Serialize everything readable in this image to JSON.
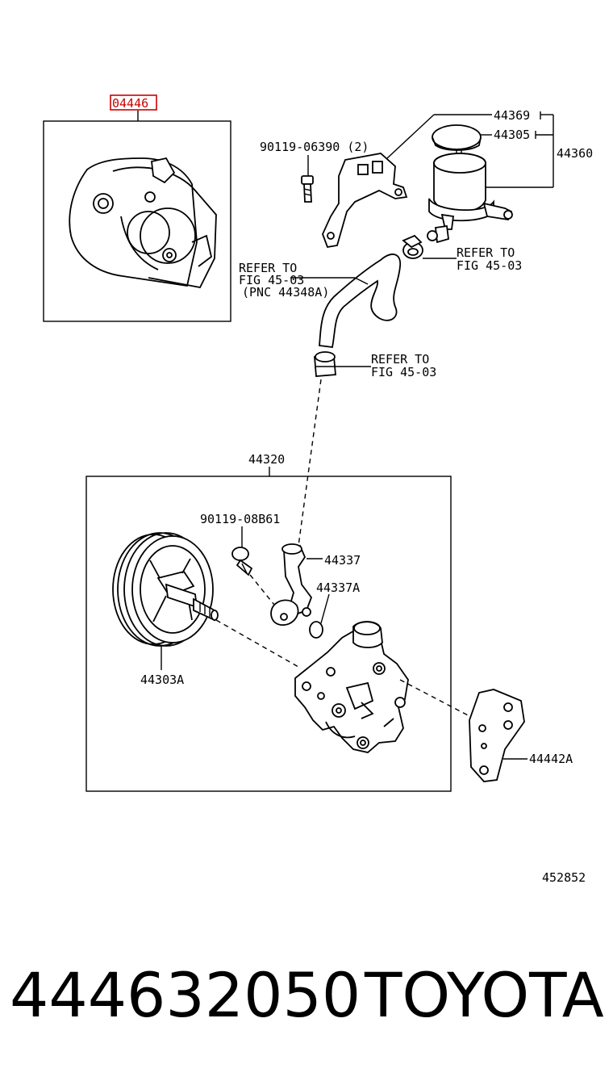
{
  "callouts": {
    "highlighted": "04446",
    "bracket_bolt": "90119-06390 (2)",
    "cap_gasket": "44369",
    "cap": "44305",
    "reservoir": "44360",
    "refer_tank_line1": "REFER TO",
    "refer_tank_line2": "FIG 45-03",
    "refer_hose_line1": "REFER TO",
    "refer_hose_line2": "FIG 45-03",
    "refer_hose_line3": "(PNC 44348A)",
    "refer_union_line1": "REFER TO",
    "refer_union_line2": "FIG 45-03",
    "pump_assy": "44320",
    "union_bolt": "90119-08B61",
    "union": "44337",
    "oring": "44337A",
    "pulley": "44303A",
    "bracket": "44442A",
    "illustration_no": "452852"
  },
  "footer": {
    "part_number": "444632050",
    "brand": "TOYOTA"
  },
  "colors": {
    "highlight": "#cc0000",
    "line": "#000000",
    "background": "#ffffff"
  }
}
